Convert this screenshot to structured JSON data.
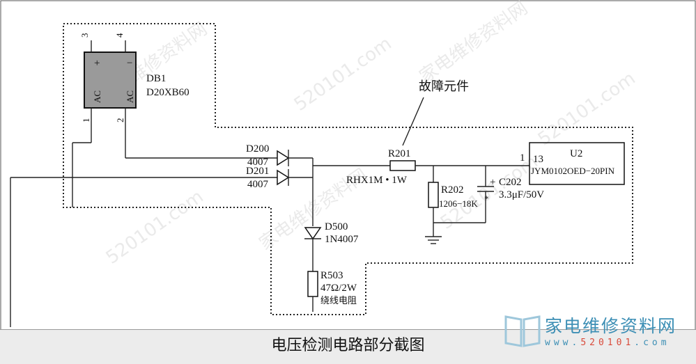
{
  "caption": "电压检测电路部分截图",
  "watermark": "家电维修资料网",
  "watermark_url": "520101.com",
  "logo": {
    "name": "家电维修资料网",
    "url_prefix": "www.",
    "url_number": "520101",
    "url_suffix": ".com"
  },
  "fault_label": "故障元件",
  "components": {
    "db1": {
      "ref": "DB1",
      "part": "D20XB60",
      "pin1": "1",
      "pin2": "2",
      "pin3": "3",
      "pin4": "4",
      "ac": "AC",
      "plus": "+",
      "minus": "−"
    },
    "d200": {
      "ref": "D200",
      "part": "4007"
    },
    "d201": {
      "ref": "D201",
      "part": "4007"
    },
    "d500": {
      "ref": "D500",
      "part": "1N4007"
    },
    "r503": {
      "ref": "R503",
      "value": "47Ω/2W",
      "note": "绕线电阻"
    },
    "r201": {
      "ref": "R201",
      "value": "RHX1M • 1W"
    },
    "r202": {
      "ref": "R202",
      "value": "1206−18K",
      "mark": "*"
    },
    "c202": {
      "ref": "C202",
      "value": "3.3μF/50V",
      "plus": "+"
    },
    "u2": {
      "ref": "U2",
      "part": "JYM0102OED−20PIN",
      "pin": "13",
      "net": "1"
    }
  },
  "colors": {
    "line": "#222222",
    "caption_bg": "#ececec",
    "logo": "#3d8fb5",
    "logo_accent": "#d94a3a"
  }
}
